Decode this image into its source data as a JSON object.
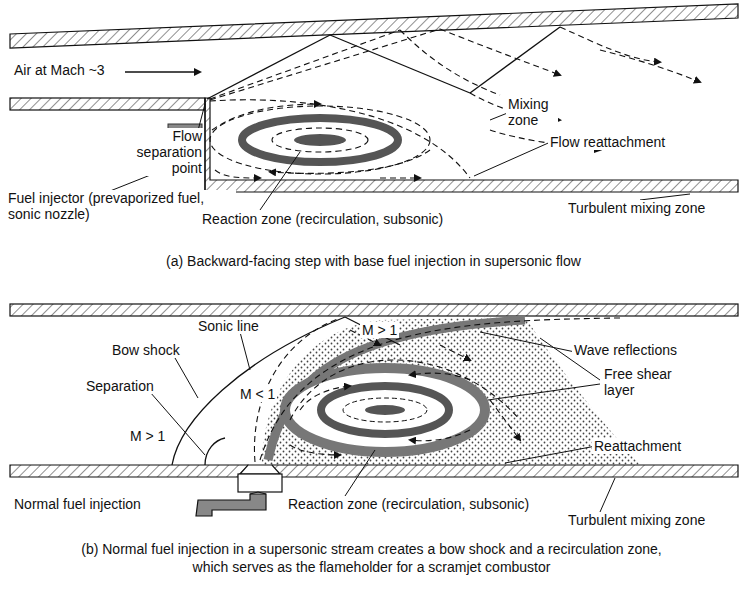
{
  "diagram": {
    "labels": [
      "Air at Mach ~3",
      "Mixing zone",
      "Flow separation point",
      "Flow reattachment",
      "Fuel injector (prevaporized fuel, sonic nozzle)",
      "Reaction zone (recirculation, subsonic)",
      "Turbulent mixing zone",
      "(a) Backward-facing step with base fuel injection in supersonic flow",
      "Bow shock",
      "Sonic line",
      "M > 1",
      "Wave reflections",
      "Separation",
      "M < 1",
      "Free shear layer",
      "M > 1",
      "Reattachment",
      "Normal fuel injection",
      "Reaction zone (recirculation, subsonic)",
      "Turbulent mixing zone",
      "(b) Normal fuel injection in a supersonic stream creates a bow shock and a recirculation zone, which serves as the flameholder for a scramjet combustor"
    ]
  }
}
